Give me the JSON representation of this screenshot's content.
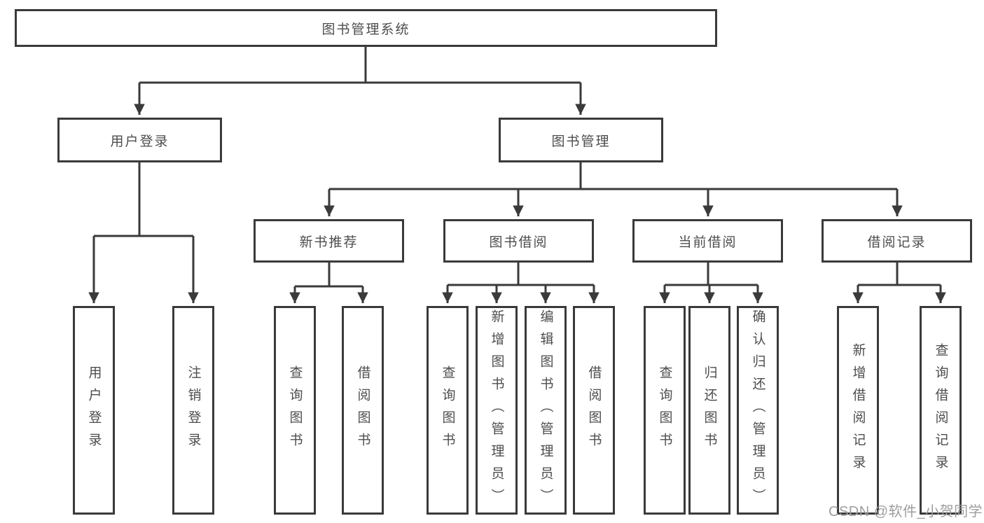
{
  "diagram": {
    "nodes": {
      "root": {
        "label": "图书管理系统"
      },
      "user_login": {
        "label": "用户登录"
      },
      "book_mgmt": {
        "label": "图书管理"
      },
      "new_book_rec": {
        "label": "新书推荐"
      },
      "book_borrow": {
        "label": "图书借阅"
      },
      "current_borrow": {
        "label": "当前借阅"
      },
      "borrow_record": {
        "label": "借阅记录"
      },
      "login_leaf": {
        "label": "用户登录"
      },
      "logout_leaf": {
        "label": "注销登录"
      },
      "rec_query_book": {
        "label": "查询图书"
      },
      "rec_borrow_book": {
        "label": "借阅图书"
      },
      "bb_query_book": {
        "label": "查询图书"
      },
      "bb_add_book": {
        "label": "新增图书（管理员）"
      },
      "bb_edit_book": {
        "label": "编辑图书（管理员）"
      },
      "bb_borrow_book": {
        "label": "借阅图书"
      },
      "cb_query_book": {
        "label": "查询图书"
      },
      "cb_return_book": {
        "label": "归还图书"
      },
      "cb_confirm_return": {
        "label": "确认归还（管理员）"
      },
      "br_add_record": {
        "label": "新增借阅记录"
      },
      "br_query_record": {
        "label": "查询借阅记录"
      }
    },
    "watermark": "CSDN @软件_小贺同学",
    "colors": {
      "line": "#3a3a3a",
      "text": "#4d4d4d",
      "watermark": "#9e9e9e",
      "background": "#ffffff"
    }
  }
}
